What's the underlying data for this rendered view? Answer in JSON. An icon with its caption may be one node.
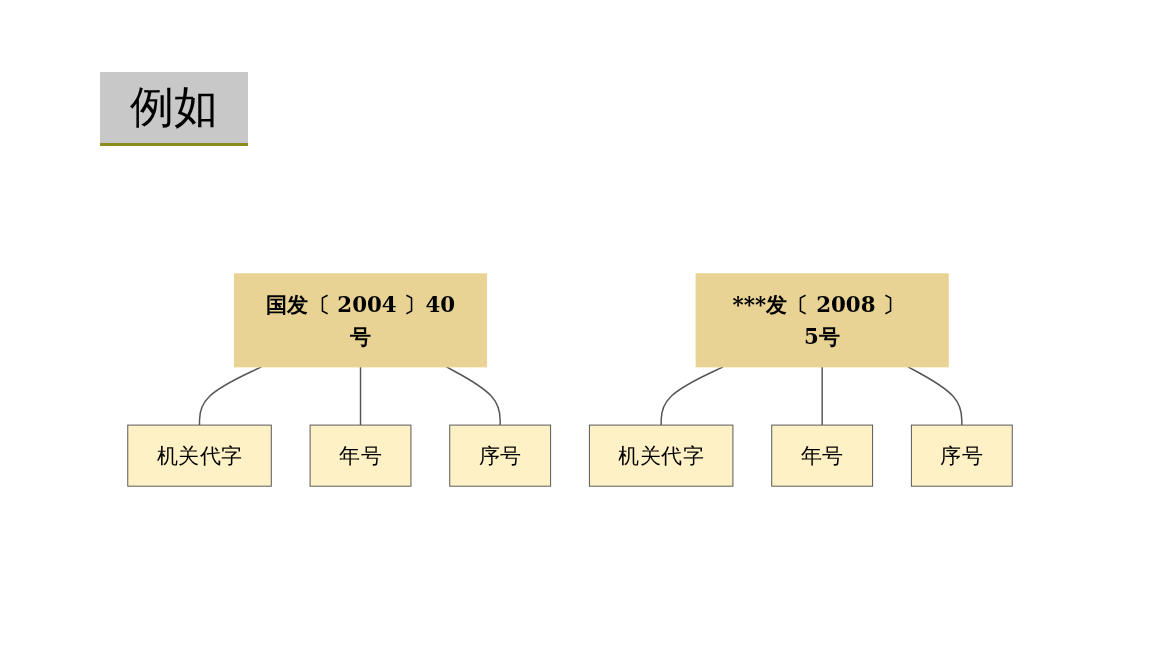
{
  "diagram": {
    "title": "例如",
    "nodes": [
      {
        "text": [
          "国发〔 2004 〕40号"
        ]
      },
      {
        "text": [
          "机关代字"
        ]
      },
      {
        "text": [
          "年号"
        ]
      },
      {
        "text": [
          "序号"
        ]
      },
      {
        "text": [
          "***发〔 2008 〕 5号"
        ]
      },
      {
        "text": [
          "机关代字"
        ]
      },
      {
        "text": [
          "年号"
        ]
      },
      {
        "text": [
          "序号"
        ]
      }
    ],
    "edges": [
      {
        "from": 1,
        "to": 0,
        "arrow": "none"
      },
      {
        "from": 2,
        "to": 0,
        "arrow": "none"
      },
      {
        "from": 3,
        "to": 0,
        "arrow": "none"
      },
      {
        "from": 5,
        "to": 4,
        "arrow": "none"
      },
      {
        "from": 6,
        "to": 4,
        "arrow": "none"
      },
      {
        "from": 7,
        "to": 4,
        "arrow": "none"
      }
    ]
  }
}
